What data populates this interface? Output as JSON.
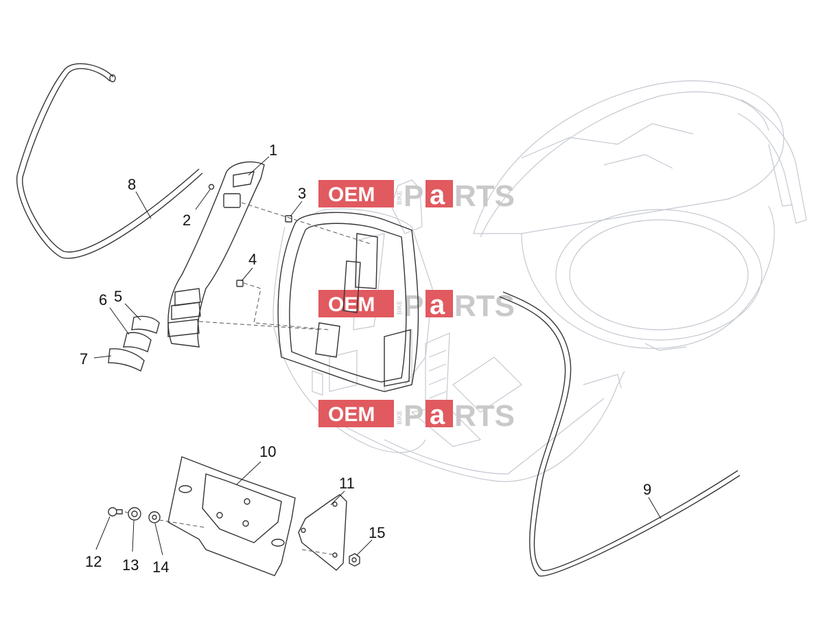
{
  "callouts": [
    {
      "label": "1"
    },
    {
      "label": "2"
    },
    {
      "label": "3"
    },
    {
      "label": "4"
    },
    {
      "label": "5"
    },
    {
      "label": "6"
    },
    {
      "label": "7"
    },
    {
      "label": "8"
    },
    {
      "label": "9"
    },
    {
      "label": "10"
    },
    {
      "label": "11"
    },
    {
      "label": "12"
    },
    {
      "label": "13"
    },
    {
      "label": "14"
    },
    {
      "label": "15"
    }
  ],
  "watermark": {
    "oem": "OEM",
    "bike": "BIKE",
    "p": "P",
    "a": "a",
    "rts": "RTS"
  },
  "colors": {
    "watermark_red": "#e05a5f",
    "watermark_gray": "#c9c9c9",
    "line": "#333333",
    "faint": "#c4c8d0"
  }
}
